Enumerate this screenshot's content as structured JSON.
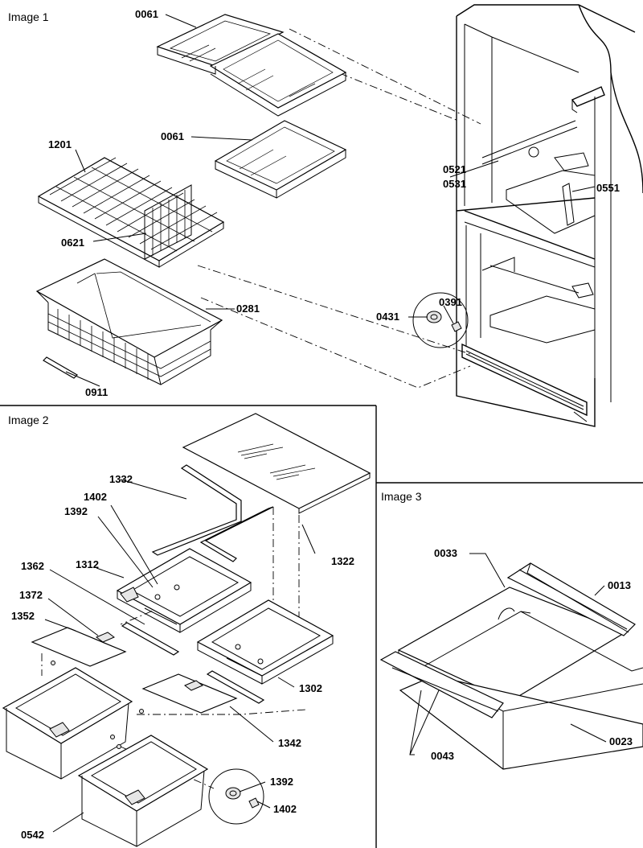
{
  "panels": {
    "image1": {
      "title": "Image 1"
    },
    "image2": {
      "title": "Image 2"
    },
    "image3": {
      "title": "Image 3"
    }
  },
  "parts": {
    "p0061a": "0061",
    "p0061b": "0061",
    "p1201": "1201",
    "p0621": "0621",
    "p0281": "0281",
    "p0911": "0911",
    "p0521": "0521",
    "p0531": "0531",
    "p0551": "0551",
    "p0391": "0391",
    "p0431": "0431",
    "p1332": "1332",
    "p1402a": "1402",
    "p1392a": "1392",
    "p1312": "1312",
    "p1362": "1362",
    "p1372": "1372",
    "p1352": "1352",
    "p1322": "1322",
    "p1302": "1302",
    "p1342": "1342",
    "p1392b": "1392",
    "p1402b": "1402",
    "p0542": "0542",
    "p0033": "0033",
    "p0013": "0013",
    "p0043": "0043",
    "p0023": "0023"
  }
}
